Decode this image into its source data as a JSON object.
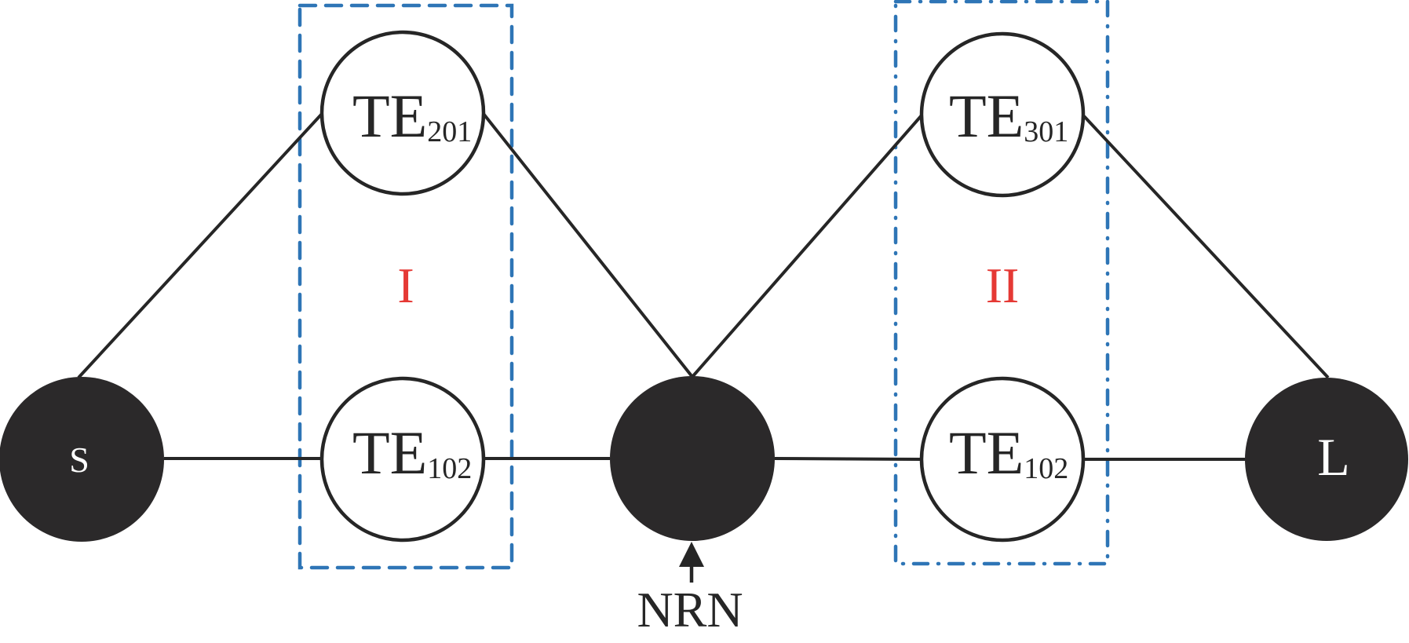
{
  "diagram": {
    "colors": {
      "line": "#262626",
      "filled_node": "#2b292a",
      "group_border": "#2e75b6",
      "group_label": "#e53935",
      "node_letter": "#ffffff"
    },
    "nodes": {
      "source": {
        "label": "S",
        "kind": "filled"
      },
      "te201": {
        "label": "TE",
        "subscript": "201",
        "kind": "open"
      },
      "te102_left": {
        "label": "TE",
        "subscript": "102",
        "kind": "open"
      },
      "junction": {
        "label": "",
        "kind": "filled"
      },
      "te301": {
        "label": "TE",
        "subscript": "301",
        "kind": "open"
      },
      "te102_right": {
        "label": "TE",
        "subscript": "102",
        "kind": "open"
      },
      "load": {
        "label": "L",
        "kind": "filled"
      }
    },
    "edges": [
      {
        "from": "source",
        "to": "te201"
      },
      {
        "from": "source",
        "to": "te102_left"
      },
      {
        "from": "te201",
        "to": "junction"
      },
      {
        "from": "te102_left",
        "to": "junction"
      },
      {
        "from": "junction",
        "to": "te301"
      },
      {
        "from": "junction",
        "to": "te102_right"
      },
      {
        "from": "te301",
        "to": "load"
      },
      {
        "from": "te102_right",
        "to": "load"
      }
    ],
    "groups": [
      {
        "label": "I",
        "members": [
          "te201",
          "te102_left"
        ],
        "border_style": "dashed"
      },
      {
        "label": "II",
        "members": [
          "te301",
          "te102_right"
        ],
        "border_style": "dash-dot"
      }
    ],
    "callout": {
      "label": "NRN",
      "target": "junction",
      "style": "arrow-up"
    }
  }
}
